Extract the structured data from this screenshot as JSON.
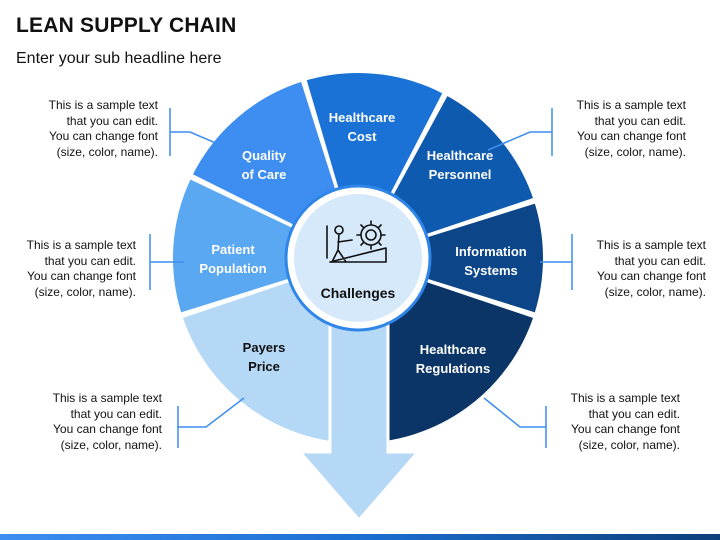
{
  "header": {
    "title": "LEAN SUPPLY CHAIN",
    "subtitle": "Enter your sub headline here"
  },
  "center": {
    "label": "Challenges",
    "icon": "gear-climb-icon"
  },
  "segments": [
    {
      "lines": [
        "Quality",
        "of Care"
      ],
      "color": "#3d8ef0"
    },
    {
      "lines": [
        "Healthcare",
        "Cost"
      ],
      "color": "#1a72d6"
    },
    {
      "lines": [
        "Healthcare",
        "Personnel"
      ],
      "color": "#0d5aae"
    },
    {
      "lines": [
        "Information",
        "Systems"
      ],
      "color": "#0c4688"
    },
    {
      "lines": [
        "Healthcare",
        "Regulations"
      ],
      "color": "#0b3566"
    },
    {
      "lines": [
        "Payers",
        "Price"
      ],
      "color": "#b5d8f6"
    },
    {
      "lines": [
        "Patient",
        "Population"
      ],
      "color": "#5aa7f2"
    }
  ],
  "notes": [
    {
      "lines": [
        "This is a sample text",
        "that you can edit.",
        "You can change font",
        "(size, color, name)."
      ]
    },
    {
      "lines": [
        "This is a sample text",
        "that you can edit.",
        "You can change font",
        "(size, color, name)."
      ]
    },
    {
      "lines": [
        "This is a sample text",
        "that you can edit.",
        "You can change font",
        "(size, color, name)."
      ]
    },
    {
      "lines": [
        "This is a sample text",
        "that you can edit.",
        "You can change font",
        "(size, color, name)."
      ]
    },
    {
      "lines": [
        "This is a sample text",
        "that you can edit.",
        "You can change font",
        "(size, color, name)."
      ]
    },
    {
      "lines": [
        "This is a sample text",
        "that you can edit.",
        "You can change font",
        "(size, color, name)."
      ]
    }
  ],
  "colors": {
    "arrow": "#b5d8f6",
    "center_ring": "#2f86e8",
    "connector": "#3d8ef0",
    "text": "#111111"
  }
}
